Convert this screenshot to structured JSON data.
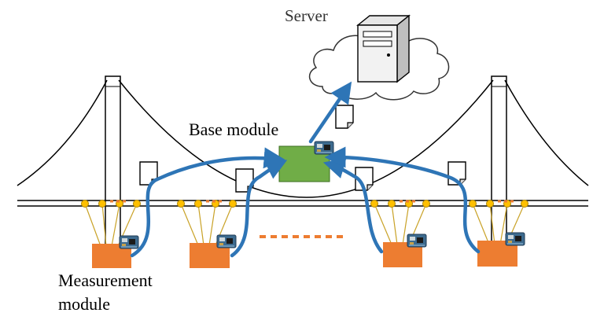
{
  "labels": {
    "server": "Server",
    "base_module": "Base module",
    "measurement_line1": "Measurement",
    "measurement_line2": "module"
  },
  "colors": {
    "arrow": "#2e75b6",
    "module_orange": "#ed7d31",
    "sensor_node": "#ffc000",
    "base_green": "#70ad47",
    "cloud_outline": "#333333",
    "cable": "#000000",
    "dots": "#ed7d31"
  },
  "icons": [
    "server-icon",
    "cloud-icon",
    "document-icon",
    "circuit-board-icon"
  ]
}
